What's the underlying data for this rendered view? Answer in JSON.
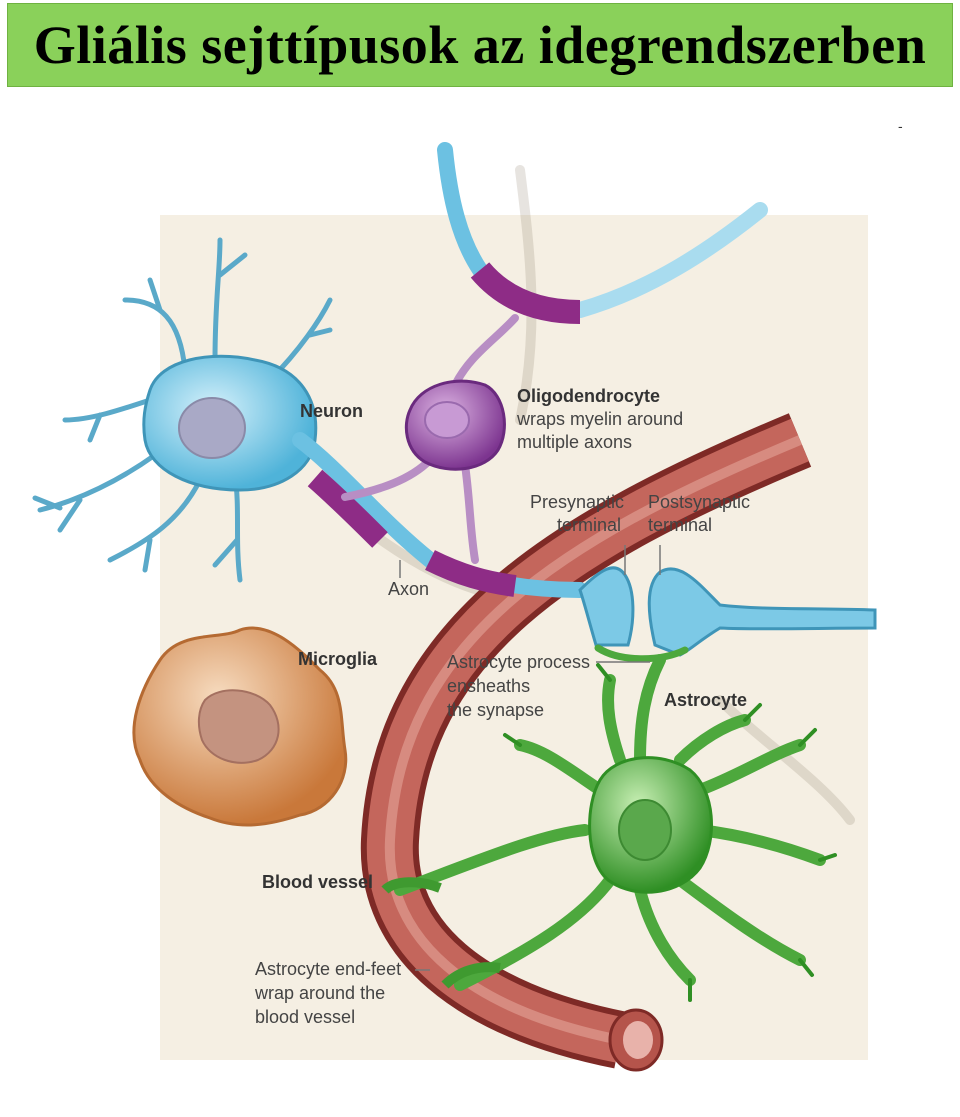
{
  "title": "Gliális sejttípusok az idegrendszerben",
  "stray_mark": "-",
  "labels": {
    "neuron": "Neuron",
    "oligo_title": "Oligodendrocyte",
    "oligo_line1": "wraps myelin around",
    "oligo_line2": "multiple axons",
    "presyn_line1": "Presynaptic",
    "presyn_line2": "terminal",
    "postsyn_line1": "Postsynaptic",
    "postsyn_line2": "terminal",
    "axon": "Axon",
    "microglia": "Microglia",
    "astro_process_line1": "Astrocyte process",
    "astro_process_line2": "ensheaths",
    "astro_process_line3": "the synapse",
    "astrocyte": "Astrocyte",
    "blood_vessel": "Blood vessel",
    "endfeet_line1": "Astrocyte end-feet",
    "endfeet_line2": "wrap around the",
    "endfeet_line3": "blood vessel"
  },
  "colors": {
    "title_bg": "#8ad15a",
    "panel_bg": "#f5efe3",
    "neuron": "#7cc9e6",
    "myelin": "#8e2c86",
    "oligodendrocyte": "#9a55a8",
    "microglia": "#e4a46a",
    "astrocyte": "#5cb848",
    "blood_vessel": "#b8584e"
  }
}
